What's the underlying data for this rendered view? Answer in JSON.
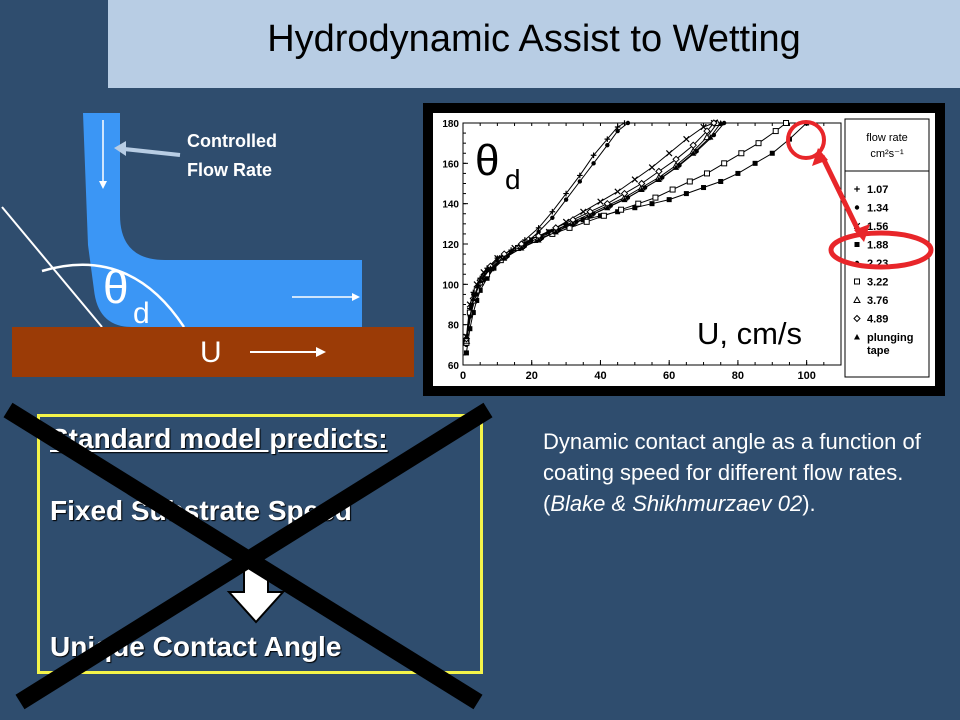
{
  "header": {
    "title": "Hydrodynamic Assist to Wetting"
  },
  "diagram": {
    "flow_label_line1": "Controlled",
    "flow_label_line2": "Flow Rate",
    "angle_symbol": "θ",
    "angle_subscript": "d",
    "substrate_label": "U"
  },
  "chart_data": {
    "type": "line",
    "ylabel": "θd",
    "xlabel": "U, cm/s",
    "xlim": [
      0,
      110
    ],
    "ylim": [
      60,
      180
    ],
    "x_ticks": [
      "0",
      "20",
      "40",
      "60",
      "80",
      "100"
    ],
    "y_ticks": [
      "60",
      "80",
      "100",
      "120",
      "140",
      "160",
      "180"
    ],
    "legend_title": "flow rate cm²s⁻¹",
    "series": [
      {
        "name": "1.07",
        "marker": "plus",
        "points": [
          [
            1,
            72
          ],
          [
            2,
            88
          ],
          [
            3,
            96
          ],
          [
            5,
            103
          ],
          [
            7,
            108
          ],
          [
            10,
            113
          ],
          [
            14,
            117
          ],
          [
            18,
            122
          ],
          [
            22,
            128
          ],
          [
            26,
            136
          ],
          [
            30,
            145
          ],
          [
            34,
            154
          ],
          [
            38,
            164
          ],
          [
            42,
            172
          ],
          [
            45,
            178
          ],
          [
            47,
            180
          ]
        ]
      },
      {
        "name": "1.34",
        "marker": "circle",
        "points": [
          [
            1,
            70
          ],
          [
            2,
            86
          ],
          [
            3,
            95
          ],
          [
            5,
            102
          ],
          [
            7,
            107
          ],
          [
            10,
            112
          ],
          [
            14,
            116
          ],
          [
            18,
            120
          ],
          [
            22,
            126
          ],
          [
            26,
            133
          ],
          [
            30,
            142
          ],
          [
            34,
            151
          ],
          [
            38,
            160
          ],
          [
            42,
            169
          ],
          [
            45,
            176
          ],
          [
            48,
            180
          ]
        ]
      },
      {
        "name": "1.56",
        "marker": "x",
        "points": [
          [
            1,
            74
          ],
          [
            2,
            90
          ],
          [
            4,
            100
          ],
          [
            6,
            106
          ],
          [
            10,
            113
          ],
          [
            15,
            118
          ],
          [
            20,
            122
          ],
          [
            25,
            126
          ],
          [
            30,
            131
          ],
          [
            35,
            136
          ],
          [
            40,
            141
          ],
          [
            45,
            146
          ],
          [
            50,
            152
          ],
          [
            55,
            158
          ],
          [
            60,
            165
          ],
          [
            65,
            172
          ],
          [
            70,
            178
          ],
          [
            73,
            180
          ]
        ]
      },
      {
        "name": "1.88",
        "marker": "square",
        "points": [
          [
            1,
            66
          ],
          [
            2,
            78
          ],
          [
            3,
            86
          ],
          [
            4,
            92
          ],
          [
            5,
            97
          ],
          [
            7,
            103
          ],
          [
            9,
            108
          ],
          [
            12,
            113
          ],
          [
            16,
            118
          ],
          [
            20,
            122
          ],
          [
            25,
            126
          ],
          [
            30,
            129
          ],
          [
            35,
            132
          ],
          [
            40,
            134
          ],
          [
            45,
            136
          ],
          [
            50,
            138
          ],
          [
            55,
            140
          ],
          [
            60,
            142
          ],
          [
            65,
            145
          ],
          [
            70,
            148
          ],
          [
            75,
            151
          ],
          [
            80,
            155
          ],
          [
            85,
            160
          ],
          [
            90,
            165
          ],
          [
            95,
            172
          ],
          [
            100,
            180
          ]
        ]
      },
      {
        "name": "2.23",
        "marker": "circle",
        "points": [
          [
            1,
            70
          ],
          [
            2,
            84
          ],
          [
            4,
            95
          ],
          [
            6,
            102
          ],
          [
            9,
            108
          ],
          [
            13,
            114
          ],
          [
            18,
            119
          ],
          [
            23,
            123
          ],
          [
            28,
            127
          ],
          [
            33,
            131
          ],
          [
            38,
            135
          ],
          [
            43,
            139
          ],
          [
            48,
            143
          ],
          [
            53,
            148
          ],
          [
            58,
            153
          ],
          [
            63,
            159
          ],
          [
            68,
            166
          ],
          [
            73,
            174
          ],
          [
            76,
            180
          ]
        ]
      },
      {
        "name": "3.22",
        "marker": "square-open",
        "points": [
          [
            1,
            71
          ],
          [
            2,
            86
          ],
          [
            4,
            97
          ],
          [
            7,
            105
          ],
          [
            11,
            112
          ],
          [
            16,
            118
          ],
          [
            21,
            122
          ],
          [
            26,
            125
          ],
          [
            31,
            128
          ],
          [
            36,
            131
          ],
          [
            41,
            134
          ],
          [
            46,
            137
          ],
          [
            51,
            140
          ],
          [
            56,
            143
          ],
          [
            61,
            147
          ],
          [
            66,
            151
          ],
          [
            71,
            155
          ],
          [
            76,
            160
          ],
          [
            81,
            165
          ],
          [
            86,
            170
          ],
          [
            91,
            176
          ],
          [
            94,
            180
          ]
        ]
      },
      {
        "name": "3.76",
        "marker": "triangle-open",
        "points": [
          [
            1,
            72
          ],
          [
            3,
            92
          ],
          [
            5,
            101
          ],
          [
            8,
            108
          ],
          [
            12,
            114
          ],
          [
            17,
            119
          ],
          [
            22,
            123
          ],
          [
            27,
            127
          ],
          [
            32,
            131
          ],
          [
            37,
            135
          ],
          [
            42,
            139
          ],
          [
            47,
            143
          ],
          [
            52,
            148
          ],
          [
            57,
            153
          ],
          [
            62,
            159
          ],
          [
            67,
            166
          ],
          [
            71,
            173
          ],
          [
            74,
            180
          ]
        ]
      },
      {
        "name": "4.89",
        "marker": "diamond-open",
        "points": [
          [
            1,
            73
          ],
          [
            3,
            93
          ],
          [
            5,
            102
          ],
          [
            8,
            109
          ],
          [
            12,
            115
          ],
          [
            17,
            120
          ],
          [
            22,
            124
          ],
          [
            27,
            128
          ],
          [
            32,
            132
          ],
          [
            37,
            136
          ],
          [
            42,
            140
          ],
          [
            47,
            145
          ],
          [
            52,
            150
          ],
          [
            57,
            156
          ],
          [
            62,
            162
          ],
          [
            67,
            169
          ],
          [
            71,
            176
          ],
          [
            73,
            180
          ]
        ]
      },
      {
        "name": "plunging tape",
        "marker": "triangle",
        "points": [
          [
            1,
            74
          ],
          [
            3,
            93
          ],
          [
            5,
            102
          ],
          [
            8,
            108
          ],
          [
            12,
            113
          ],
          [
            17,
            118
          ],
          [
            22,
            122
          ],
          [
            27,
            126
          ],
          [
            32,
            130
          ],
          [
            37,
            134
          ],
          [
            42,
            138
          ],
          [
            47,
            142
          ],
          [
            52,
            147
          ],
          [
            57,
            152
          ],
          [
            62,
            158
          ],
          [
            67,
            165
          ],
          [
            72,
            173
          ],
          [
            75,
            180
          ]
        ]
      }
    ]
  },
  "description": {
    "text": "Dynamic contact angle as a function of coating speed for different flow rates.  (",
    "citation": "Blake & Shikhmurzaev 02",
    "end": ")."
  },
  "model_box": {
    "line1": "Standard model predicts:",
    "line2": "Fixed Substrate Speed",
    "line3": "Unique Contact Angle"
  },
  "colors": {
    "background": "#2f4d6e",
    "title_bar": "#b8cde4",
    "liquid": "#3b96f5",
    "substrate": "#9b3b06",
    "highlight": "#e8262a",
    "box_border": "#f4f44a"
  }
}
